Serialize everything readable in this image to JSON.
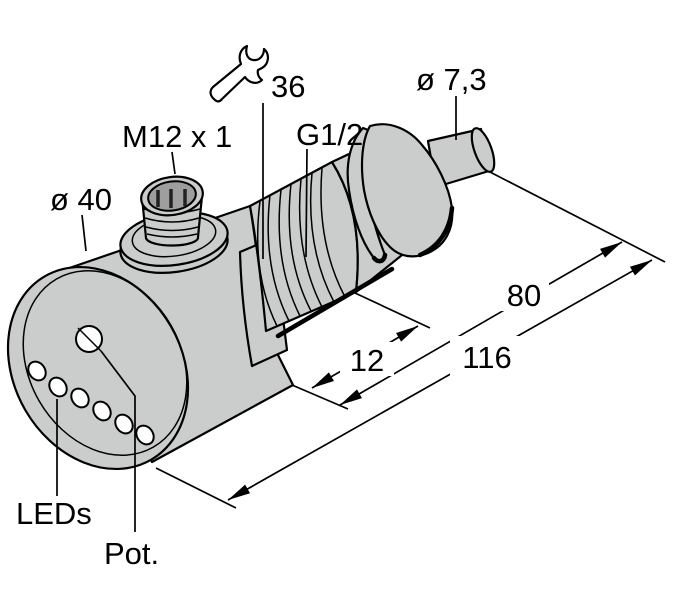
{
  "drawing": {
    "title_hint": "flow sensor dimensional drawing",
    "labels": {
      "body_diameter": "ø 40",
      "connector_thread": "M12 x 1",
      "wrench_size": "36",
      "process_thread": "G1/2",
      "tip_diameter": "ø 7,3",
      "dim_insertion": "80",
      "dim_total": "116",
      "dim_thread_len": "12",
      "leds": "LEDs",
      "pot": "Pot."
    },
    "colors": {
      "line": "#000000",
      "body_fill": "#cbcdcc",
      "socket_fill": "#9e9e9e",
      "background": "#ffffff"
    }
  }
}
